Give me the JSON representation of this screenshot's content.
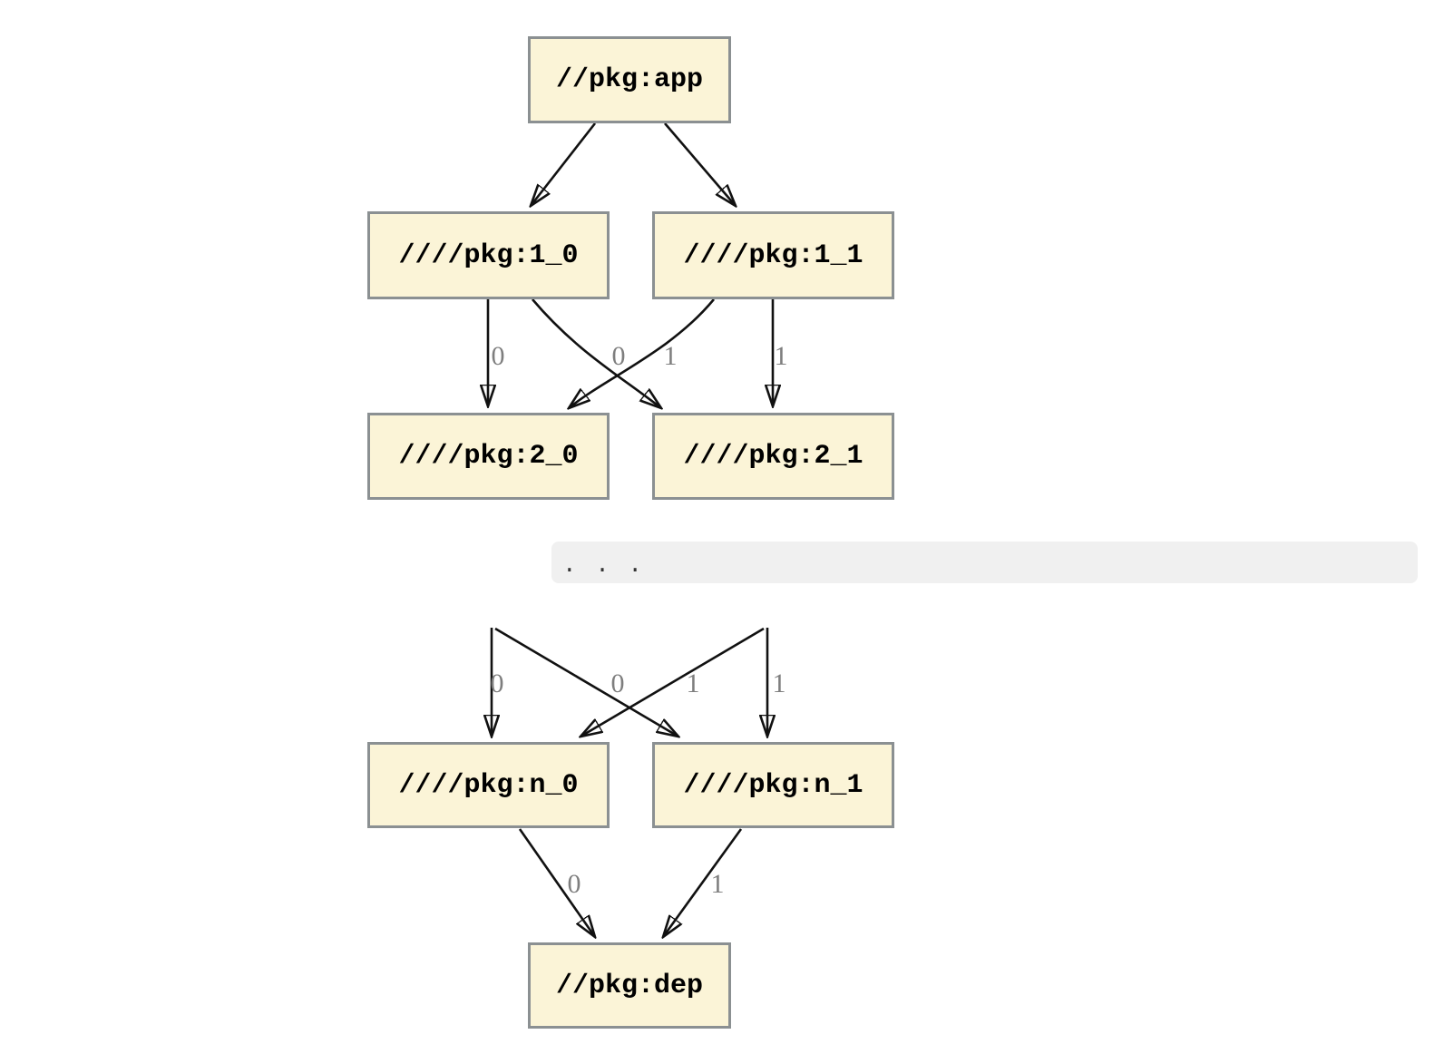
{
  "diagram": {
    "kind": "dependency-graph",
    "nodes": {
      "app": {
        "label": "//pkg:app"
      },
      "1_0": {
        "label": "////pkg:1_0"
      },
      "1_1": {
        "label": "////pkg:1_1"
      },
      "2_0": {
        "label": "////pkg:2_0"
      },
      "2_1": {
        "label": "////pkg:2_1"
      },
      "n_0": {
        "label": "////pkg:n_0"
      },
      "n_1": {
        "label": "////pkg:n_1"
      },
      "dep": {
        "label": "//pkg:dep"
      }
    },
    "ellipsis": ". . .",
    "edge_labels": {
      "mid": [
        "0",
        "0",
        "1",
        "1"
      ],
      "lower": [
        "0",
        "0",
        "1",
        "1"
      ],
      "bottom": [
        "0",
        "1"
      ]
    },
    "edges": [
      {
        "from": "//pkg:app",
        "to": "////pkg:1_0",
        "label": ""
      },
      {
        "from": "//pkg:app",
        "to": "////pkg:1_1",
        "label": ""
      },
      {
        "from": "////pkg:1_0",
        "to": "////pkg:2_0",
        "label": "0"
      },
      {
        "from": "////pkg:1_0",
        "to": "////pkg:2_1",
        "label": "1"
      },
      {
        "from": "////pkg:1_1",
        "to": "////pkg:2_0",
        "label": "0"
      },
      {
        "from": "////pkg:1_1",
        "to": "////pkg:2_1",
        "label": "1"
      },
      {
        "from": "(ellipsis)",
        "to": "////pkg:n_0",
        "label": "0"
      },
      {
        "from": "(ellipsis)",
        "to": "////pkg:n_1",
        "label": "1"
      },
      {
        "from": "(ellipsis)",
        "to": "////pkg:n_0",
        "label": "0"
      },
      {
        "from": "(ellipsis)",
        "to": "////pkg:n_1",
        "label": "1"
      },
      {
        "from": "////pkg:n_0",
        "to": "//pkg:dep",
        "label": "0"
      },
      {
        "from": "////pkg:n_1",
        "to": "//pkg:dep",
        "label": "1"
      }
    ],
    "colors": {
      "node_fill": "#FBF4D7",
      "node_border": "#8B9092",
      "edge": "#111111",
      "edge_label_text": "#7E7E7E",
      "ellipsis_band_bg": "#F0F0F0"
    }
  }
}
